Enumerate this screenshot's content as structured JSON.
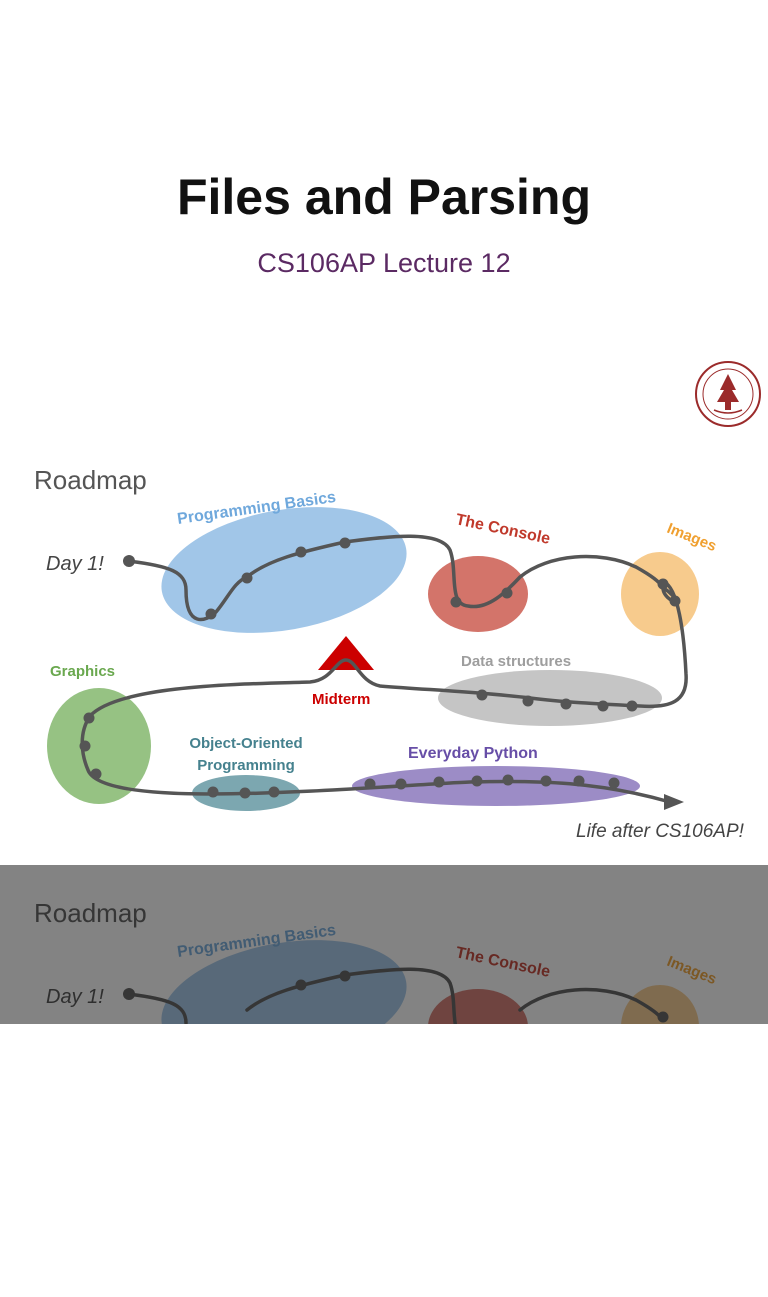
{
  "slide1": {
    "title": "Files and Parsing",
    "subtitle": "CS106AP Lecture 12",
    "subtitle_color": "#5b2a63"
  },
  "roadmap": {
    "heading": "Roadmap",
    "start_label": "Day 1!",
    "end_label": "Life after CS106AP!",
    "sections": {
      "programming_basics": "Programming Basics",
      "the_console": "The Console",
      "images": "Images",
      "data_structures": "Data structures",
      "midterm": "Midterm",
      "graphics": "Graphics",
      "oop_line1": "Object-Oriented",
      "oop_line2": "Programming",
      "everyday_python": "Everyday Python"
    },
    "colors": {
      "programming_basics": "#6fa8dc",
      "the_console": "#c0392b",
      "images": "#f0a030",
      "data_structures": "#9e9e9e",
      "midterm": "#cc0000",
      "graphics": "#6aa84f",
      "oop": "#45818e",
      "everyday_python": "#674ea7"
    }
  }
}
